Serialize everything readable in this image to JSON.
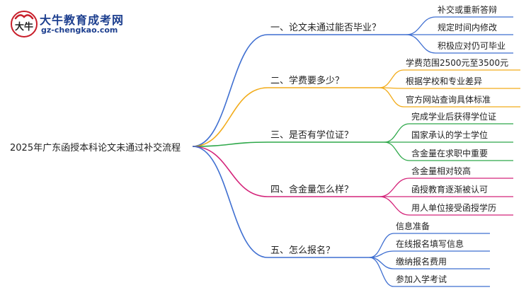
{
  "header": {
    "site_title": "大牛教育成考网",
    "site_url": "gz-chengkao.com",
    "logo_glyph": "大牛"
  },
  "mindmap": {
    "root": "2025年广东函授本科论文未通过补交流程",
    "branches": [
      {
        "label": "一、论文未通过能否毕业？",
        "color": "#3f6fd1",
        "children": [
          "补交或重新答辩",
          "规定时间内修改",
          "积极应对仍可毕业"
        ]
      },
      {
        "label": "二、学费要多少？",
        "color": "#f2ac1b",
        "children": [
          "学费范围2500元至3500元",
          "根据学校和专业差异",
          "官方网站查询具体标准"
        ]
      },
      {
        "label": "三、是否有学位证？",
        "color": "#2ea84a",
        "children": [
          "完成学业后获得学位证",
          "国家承认的学士学位",
          "含金量在求职中重要"
        ]
      },
      {
        "label": "四、含金量怎么样？",
        "color": "#d4247a",
        "children": [
          "含金量相对较高",
          "函授教育逐渐被认可",
          "用人单位接受函授学历"
        ]
      },
      {
        "label": "五、怎么报名？",
        "color": "#3f6fd1",
        "children": [
          "信息准备",
          "在线报名填写信息",
          "缴纳报名费用",
          "参加入学考试"
        ]
      }
    ]
  }
}
